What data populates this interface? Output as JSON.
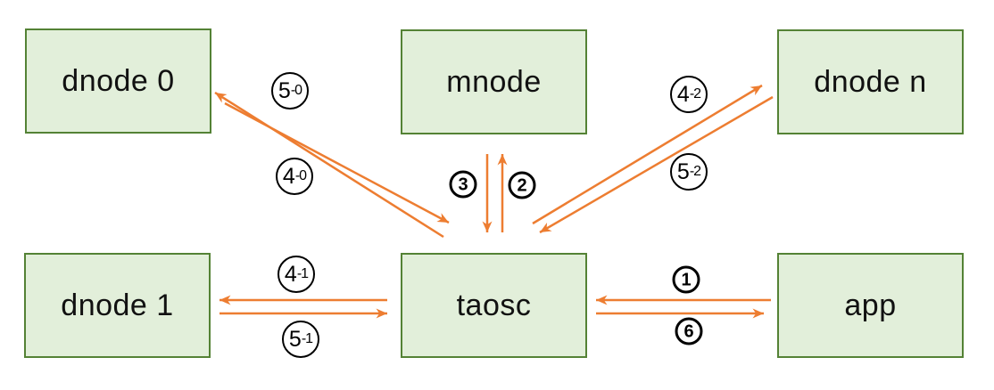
{
  "diagram": {
    "type": "message-flow-diagram",
    "background": "#FFFFFF"
  },
  "colors": {
    "arrow": "#ED7D31",
    "node_fill": "#E2EFDA",
    "node_border": "#548235",
    "label_circle_border": "#000000",
    "text": "#111111"
  },
  "nodes": [
    {
      "id": "dnode0",
      "label": "dnode 0"
    },
    {
      "id": "mnode",
      "label": "mnode"
    },
    {
      "id": "dnoden",
      "label": "dnode n"
    },
    {
      "id": "dnode1",
      "label": "dnode 1"
    },
    {
      "id": "taosc",
      "label": "taosc"
    },
    {
      "id": "app",
      "label": "app"
    }
  ],
  "edges": [
    {
      "id": "1",
      "from": "app",
      "to": "taosc",
      "label_main": "1",
      "label_sub": ""
    },
    {
      "id": "2",
      "from": "taosc",
      "to": "mnode",
      "label_main": "2",
      "label_sub": ""
    },
    {
      "id": "3",
      "from": "mnode",
      "to": "taosc",
      "label_main": "3",
      "label_sub": ""
    },
    {
      "id": "4-0",
      "from": "taosc",
      "to": "dnode 0",
      "label_main": "4",
      "label_sub": "-0"
    },
    {
      "id": "5-0",
      "from": "dnode 0",
      "to": "taosc",
      "label_main": "5",
      "label_sub": "-0"
    },
    {
      "id": "4-1",
      "from": "taosc",
      "to": "dnode 1",
      "label_main": "4",
      "label_sub": "-1"
    },
    {
      "id": "5-1",
      "from": "dnode 1",
      "to": "taosc",
      "label_main": "5",
      "label_sub": "-1"
    },
    {
      "id": "4-2",
      "from": "taosc",
      "to": "dnode n",
      "label_main": "4",
      "label_sub": "-2"
    },
    {
      "id": "5-2",
      "from": "dnode n",
      "to": "taosc",
      "label_main": "5",
      "label_sub": "-2"
    },
    {
      "id": "6",
      "from": "taosc",
      "to": "app",
      "label_main": "6",
      "label_sub": ""
    }
  ]
}
